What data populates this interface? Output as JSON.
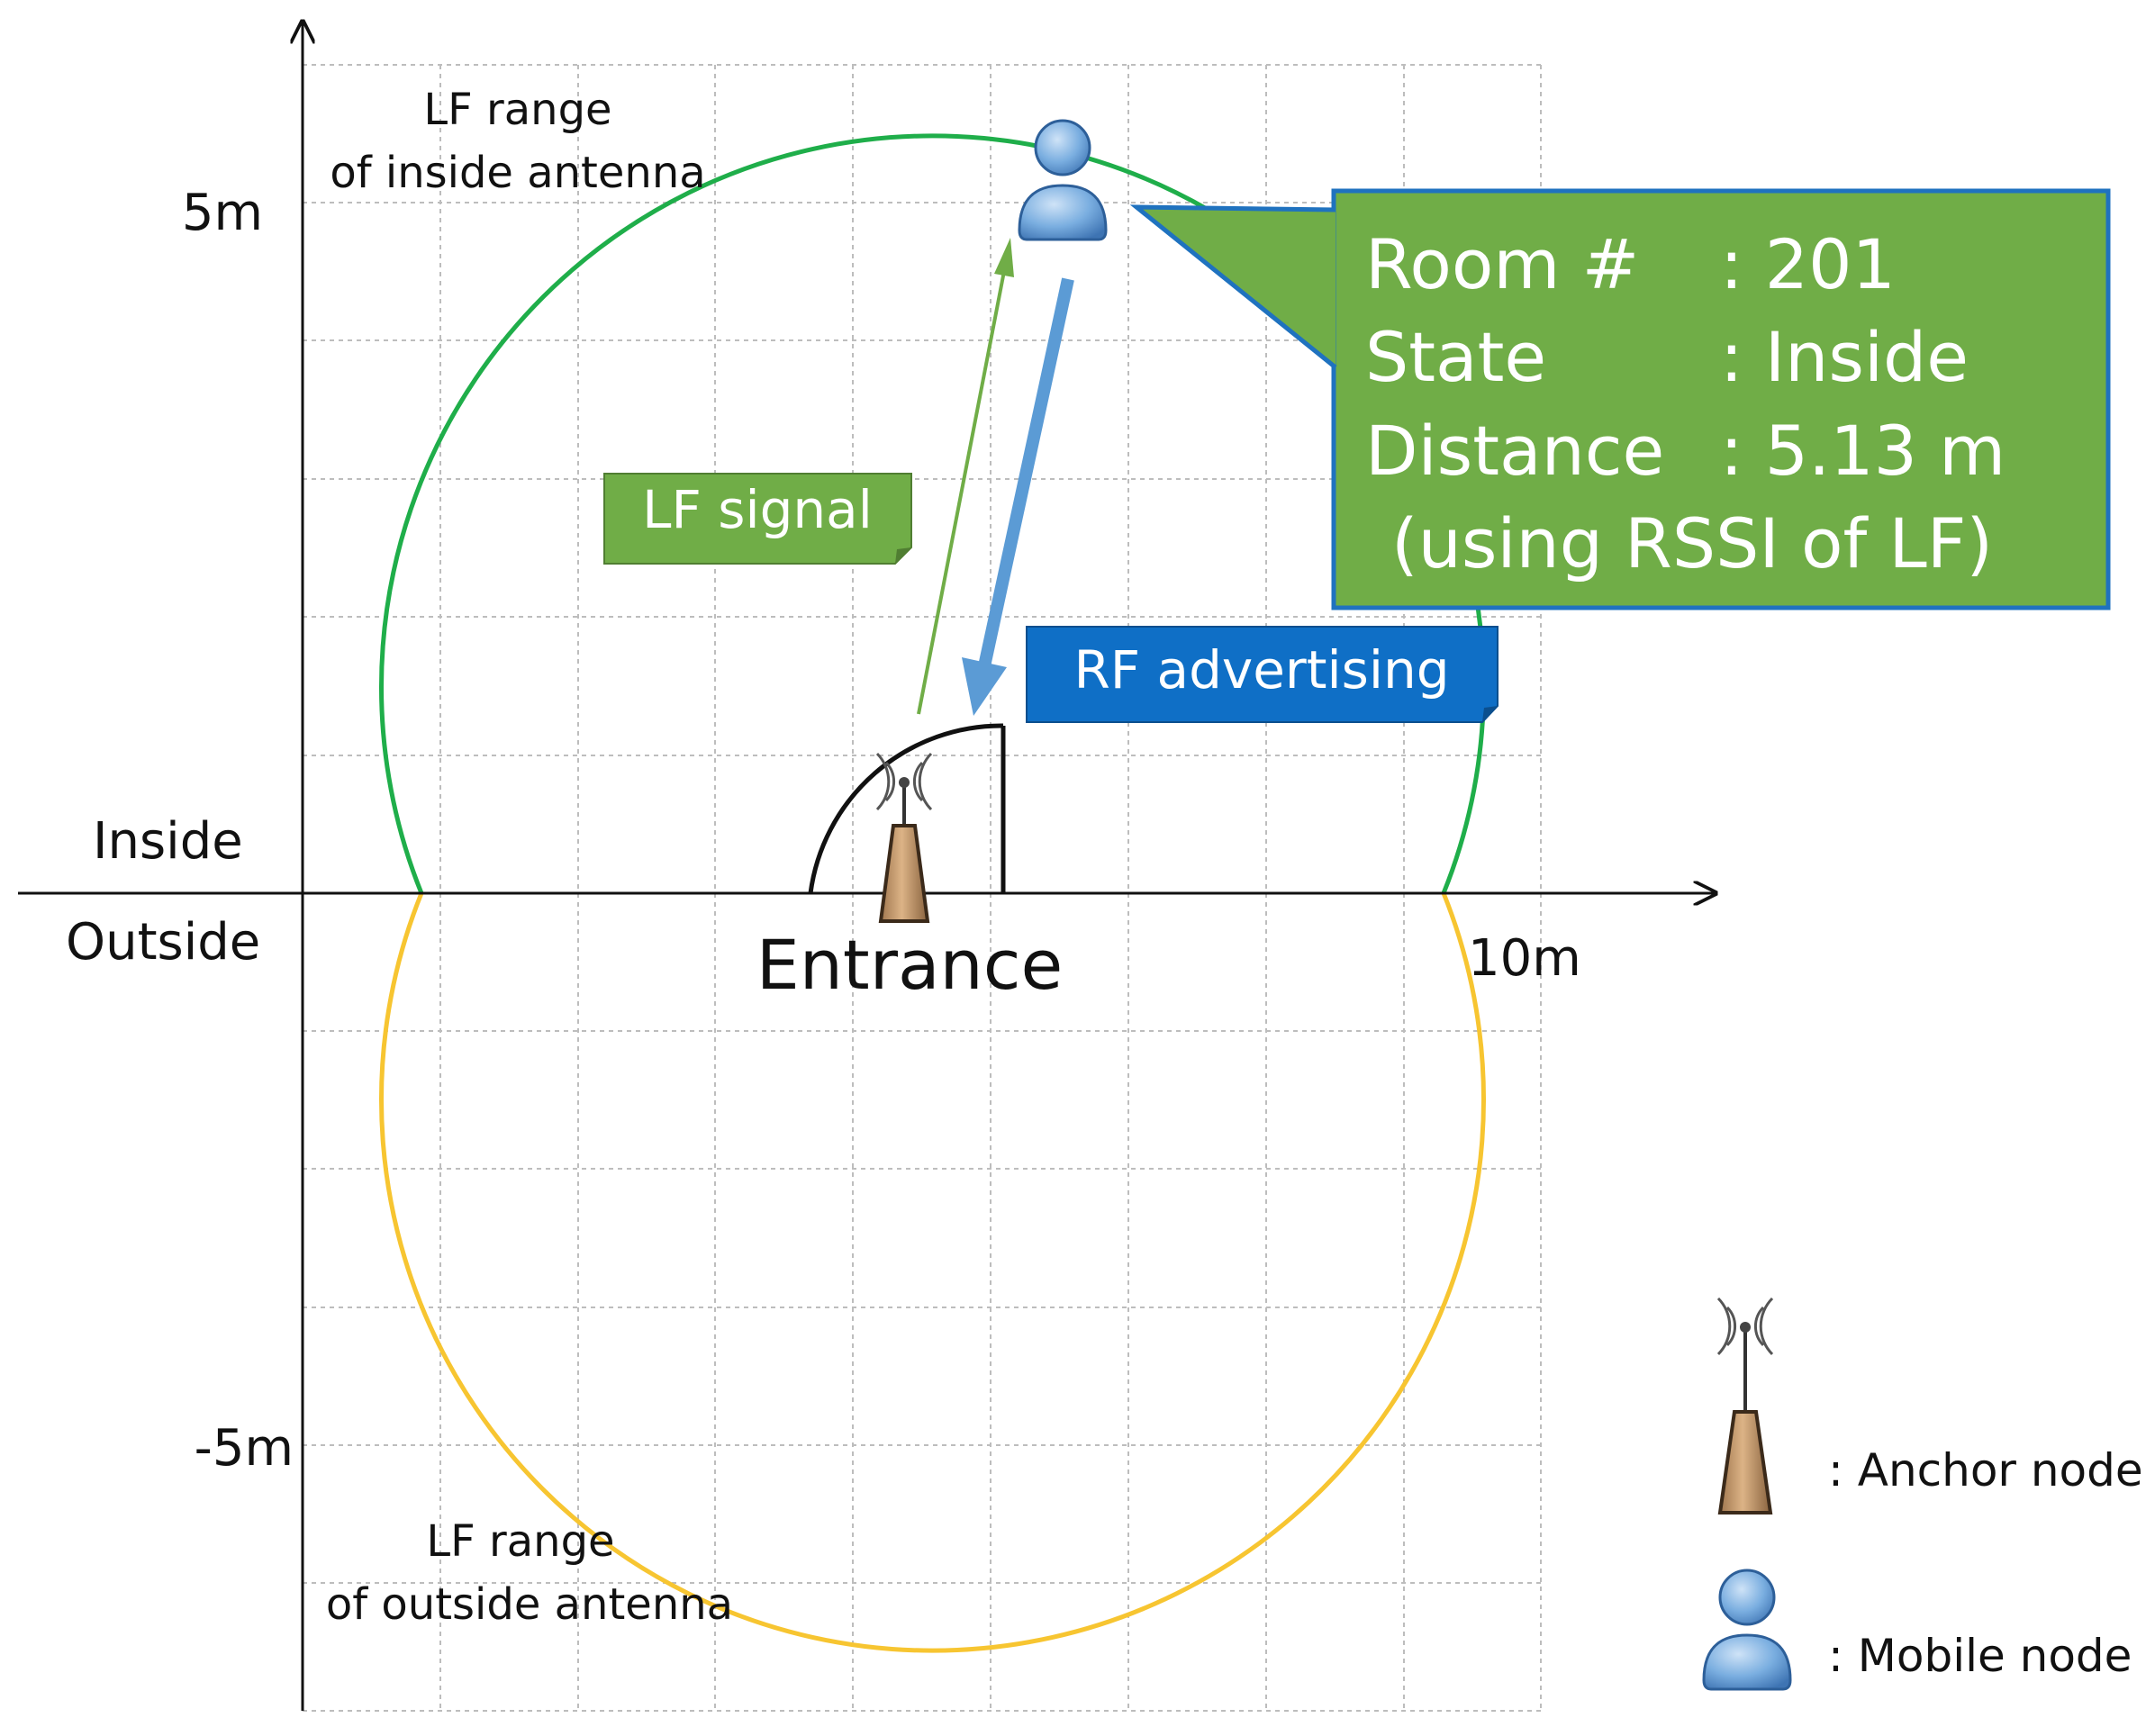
{
  "axes": {
    "y_top_label": "5m",
    "y_bottom_label": "-5m",
    "x_right_label": "10m",
    "inside_label": "Inside",
    "outside_label": "Outside"
  },
  "regions": {
    "inside_range_label": [
      "LF range",
      "of inside antenna"
    ],
    "outside_range_label": [
      "LF range",
      "of outside antenna"
    ]
  },
  "entrance_label": "Entrance",
  "signals": {
    "lf_signal_label": "LF signal",
    "rf_advertising_label": "RF advertising"
  },
  "info_box": {
    "room_key": "Room #",
    "room_value": ": 201",
    "state_key": "State",
    "state_value": ": Inside",
    "distance_key": "Distance",
    "distance_value": ": 5.13 m",
    "note": "(using RSSI of LF)"
  },
  "legend": {
    "anchor_label": ": Anchor node",
    "mobile_label": ": Mobile node"
  },
  "colors": {
    "inside_range": "#1fae4a",
    "outside_range": "#f7c531",
    "lf_signal": "#70ad47",
    "rf_signal": "#5b9bd5",
    "info_box_fill": "#70ad47",
    "info_box_border": "#1f72bf",
    "rf_label_fill": "#0f6fc6"
  },
  "icons": {
    "anchor": "anchor-node-icon",
    "mobile": "mobile-node-icon"
  }
}
